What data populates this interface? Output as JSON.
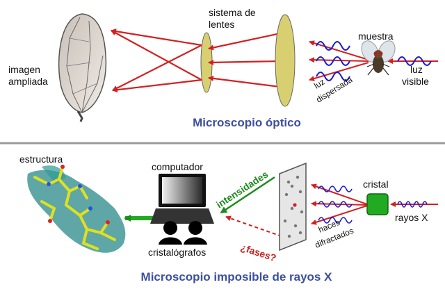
{
  "top": {
    "labels": {
      "lens_system_line1": "sistema de",
      "lens_system_line2": "lentes",
      "magnified_line1": "imagen",
      "magnified_line2": "ampliada",
      "sample": "muestra",
      "scattered_line1": "luz",
      "scattered_line2": "dispersada",
      "visible_line1": "luz",
      "visible_line2": "visible"
    },
    "caption": "Microscopio óptico"
  },
  "bottom": {
    "labels": {
      "structure": "estructura",
      "computer": "computador",
      "crystallographers": "cristalógrafos",
      "intensities": "intensidades",
      "phases": "¿fases?",
      "crystal": "cristal",
      "xrays": "rayos X",
      "diffracted_line1": "haces",
      "diffracted_line2": "difractados"
    },
    "caption": "Microscopio imposible de rayos X"
  },
  "colors": {
    "ray_red": "#d42020",
    "wave_blue": "#1a1ad0",
    "lens_yellow": "#d8d070",
    "caption_blue": "#3d4fa0",
    "intensity_green": "#1f8a1f",
    "phase_red": "#cc1f1f",
    "crystal_green": "#22aa22",
    "divider_gray": "#9a9a9a"
  },
  "icons": [
    "wing-image",
    "fly-icon",
    "lens-icon",
    "computer-icon",
    "people-silhouette-icon",
    "detector-plate-icon",
    "molecule-structure-image",
    "crystal-icon"
  ]
}
